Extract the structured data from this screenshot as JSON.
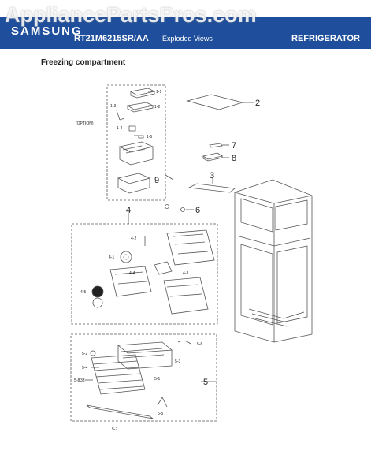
{
  "header": {
    "brand": "SAMSUNG",
    "model": "RT21M6215SR/AA",
    "view": "Exploded Views",
    "product": "REFRIGERATOR",
    "bar_color": "#1f4f9c"
  },
  "watermark": "AppliancePartsPros.com",
  "section_title": "Freezing compartment",
  "labels": {
    "option": "(OPTION)",
    "p1_1": "1-1",
    "p1_2": "1-2",
    "p1_3": "1-3",
    "p1_4": "1-4",
    "p1_5": "1-5",
    "p2": "2",
    "p3": "3",
    "p4": "4",
    "p4_1": "4-1",
    "p4_2": "4-2",
    "p4_3": "4-3",
    "p4_4": "4-4",
    "p4_5": "4-5",
    "p5": "5",
    "p5_1": "5-1",
    "p5_2": "5-2",
    "p5_3": "5-3",
    "p5_4": "5-4",
    "p5_5": "5-5",
    "p5_6": "5-6",
    "p5_7": "5-7",
    "p5_8": "5-8",
    "p5_33": "33",
    "p6": "6",
    "p7": "7",
    "p8": "8",
    "p9": "9"
  }
}
